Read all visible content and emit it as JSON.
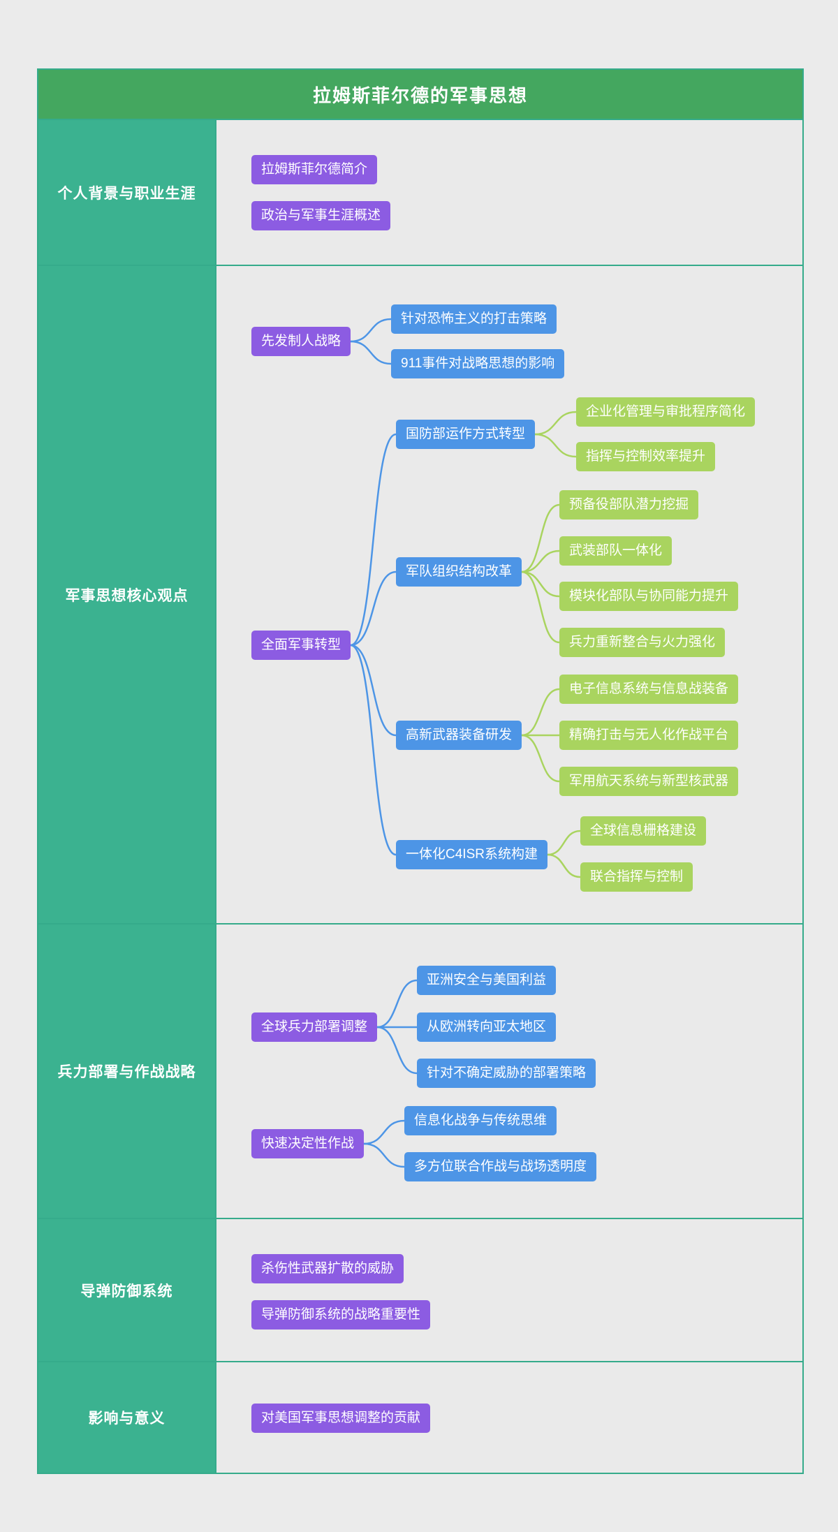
{
  "title": "拉姆斯菲尔德的军事思想",
  "colors": {
    "header_green": "#44a75f",
    "sidebar_teal": "#3bb290",
    "node_purple": "#8c5ce2",
    "node_blue": "#4d95e6",
    "node_green": "#a9d45f",
    "background": "#ebebeb"
  },
  "sections": [
    {
      "label": "个人背景与职业生涯",
      "nodes": [
        {
          "label": "拉姆斯菲尔德简介"
        },
        {
          "label": "政治与军事生涯概述"
        }
      ]
    },
    {
      "label": "军事思想核心观点",
      "branches": [
        {
          "label": "先发制人战略",
          "children": [
            {
              "label": "针对恐怖主义的打击策略"
            },
            {
              "label": "911事件对战略思想的影响"
            }
          ]
        },
        {
          "label": "全面军事转型",
          "children": [
            {
              "label": "国防部运作方式转型",
              "children": [
                {
                  "label": "企业化管理与审批程序简化"
                },
                {
                  "label": "指挥与控制效率提升"
                }
              ]
            },
            {
              "label": "军队组织结构改革",
              "children": [
                {
                  "label": "预备役部队潜力挖掘"
                },
                {
                  "label": "武装部队一体化"
                },
                {
                  "label": "模块化部队与协同能力提升"
                },
                {
                  "label": "兵力重新整合与火力强化"
                }
              ]
            },
            {
              "label": "高新武器装备研发",
              "children": [
                {
                  "label": "电子信息系统与信息战装备"
                },
                {
                  "label": "精确打击与无人化作战平台"
                },
                {
                  "label": "军用航天系统与新型核武器"
                }
              ]
            },
            {
              "label": "一体化C4ISR系统构建",
              "children": [
                {
                  "label": "全球信息栅格建设"
                },
                {
                  "label": "联合指挥与控制"
                }
              ]
            }
          ]
        }
      ]
    },
    {
      "label": "兵力部署与作战战略",
      "branches": [
        {
          "label": "全球兵力部署调整",
          "children": [
            {
              "label": "亚洲安全与美国利益"
            },
            {
              "label": "从欧洲转向亚太地区"
            },
            {
              "label": "针对不确定威胁的部署策略"
            }
          ]
        },
        {
          "label": "快速决定性作战",
          "children": [
            {
              "label": "信息化战争与传统思维"
            },
            {
              "label": "多方位联合作战与战场透明度"
            }
          ]
        }
      ]
    },
    {
      "label": "导弹防御系统",
      "nodes": [
        {
          "label": "杀伤性武器扩散的威胁"
        },
        {
          "label": "导弹防御系统的战略重要性"
        }
      ]
    },
    {
      "label": "影响与意义",
      "nodes": [
        {
          "label": "对美国军事思想调整的贡献"
        }
      ]
    }
  ]
}
